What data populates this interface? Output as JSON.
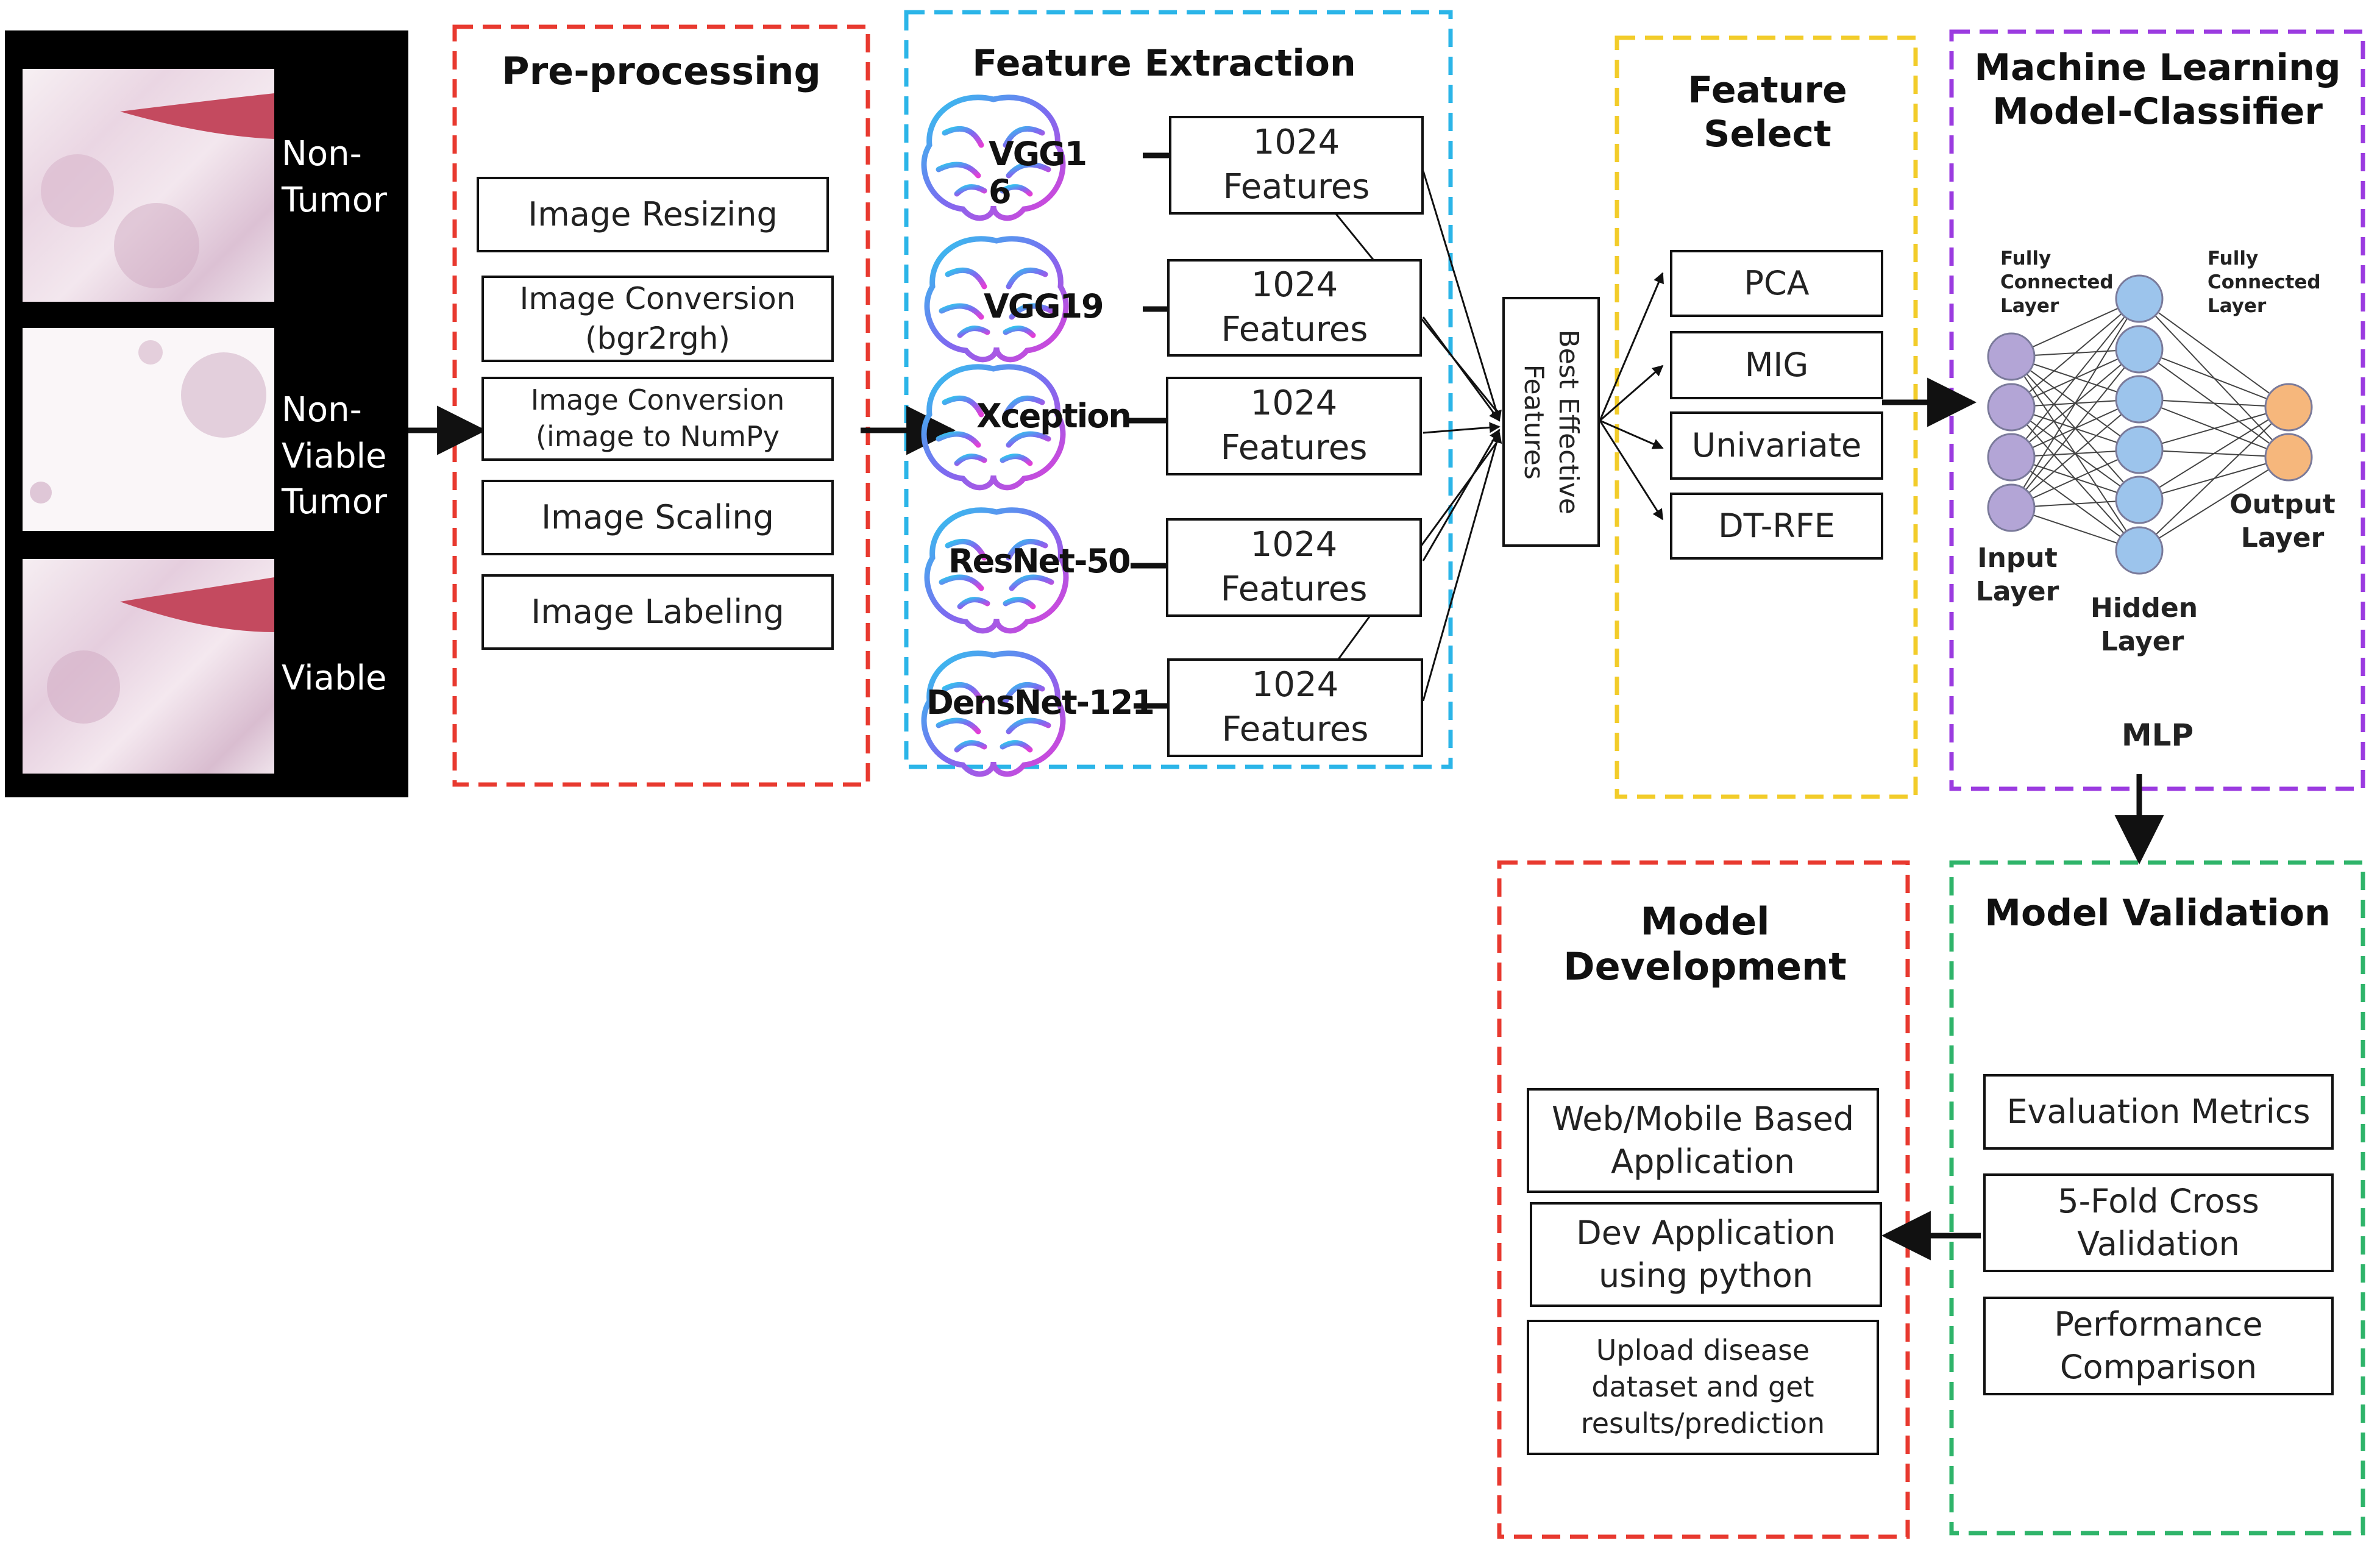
{
  "dataset": {
    "classes": [
      "Non-\nTumor",
      "Non-\nViable\nTumor",
      "Viable"
    ]
  },
  "preprocessing": {
    "title": "Pre-processing",
    "steps": [
      "Image Resizing",
      "Image Conversion\n(bgr2rgh)",
      "Image Conversion\n(image to NumPy",
      "Image Scaling",
      "Image Labeling"
    ]
  },
  "feature_extraction": {
    "title": "Feature Extraction",
    "models": [
      "VGG1\n6",
      "VGG19",
      "Xception",
      "ResNet-50",
      "DensNet-121"
    ],
    "output_label": "1024\nFeatures"
  },
  "best_features": "Best Effective\nFeatures",
  "feature_select": {
    "title": "Feature Select",
    "methods": [
      "PCA",
      "MIG",
      "Univariate",
      "DT-RFE"
    ]
  },
  "classifier": {
    "title": "Machine Learning\nModel-Classifier",
    "fc_left": "Fully\nConnected\nLayer",
    "fc_right": "Fully\nConnected\nLayer",
    "input_layer": "Input\nLayer",
    "hidden_layer": "Hidden\nLayer",
    "output_layer": "Output\nLayer",
    "model_name": "MLP"
  },
  "validation": {
    "title": "Model Validation",
    "items": [
      "Evaluation Metrics",
      "5-Fold Cross\nValidation",
      "Performance\nComparison"
    ]
  },
  "development": {
    "title": "Model\nDevelopment",
    "items": [
      "Web/Mobile Based\nApplication",
      "Dev Application\nusing python",
      "Upload disease\ndataset and get\nresults/prediction"
    ]
  },
  "colors": {
    "preprocessing_border": "#e8392f",
    "feature_extraction_border": "#2bb5e8",
    "feature_select_border": "#f2cc2a",
    "classifier_border": "#9b3be0",
    "validation_border": "#2fb46a",
    "development_border": "#e8392f",
    "input_node": "#b3a5d6",
    "hidden_node": "#9cc4ec",
    "output_node": "#f6b77c"
  }
}
